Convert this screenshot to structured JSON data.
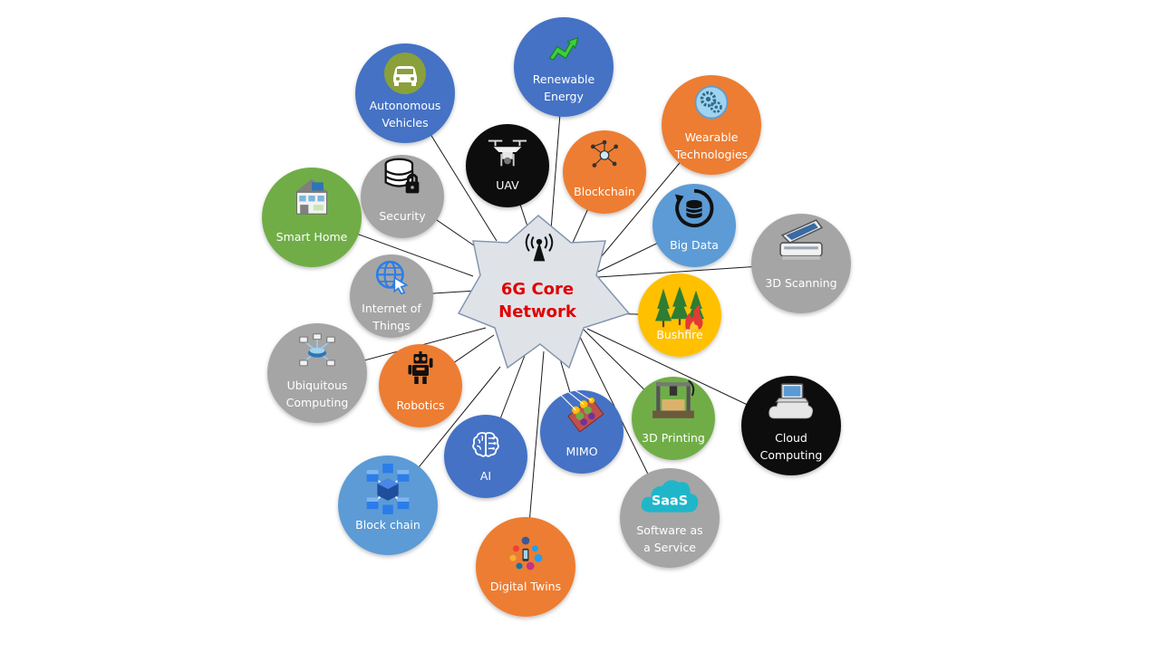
{
  "core": {
    "line1": "6G Core",
    "line2": "Network",
    "icon": "antenna-icon"
  },
  "colors": {
    "blue": "#4472c4",
    "orange": "#ed7d31",
    "gray": "#a5a5a5",
    "green": "#70ad47",
    "black": "#0d0d0d",
    "lightblue": "#5b9bd5",
    "yellow": "#ffc000",
    "core_fill": "#dfe3e8",
    "core_stroke": "#8496b0",
    "core_text": "#e00000",
    "link": "#1a1a1a"
  },
  "nodes": [
    {
      "id": "renewable-energy",
      "lines": [
        "Renewable",
        "Energy"
      ],
      "color": "blue",
      "icon": "arrow-icon"
    },
    {
      "id": "autonomous-vehicles",
      "lines": [
        "Autonomous",
        "Vehicles"
      ],
      "color": "blue",
      "icon": "car-icon"
    },
    {
      "id": "wearable-technologies",
      "lines": [
        "Wearable",
        "Technologies"
      ],
      "color": "orange",
      "icon": "gears-icon"
    },
    {
      "id": "uav",
      "lines": [
        "UAV"
      ],
      "color": "black",
      "icon": "drone-icon"
    },
    {
      "id": "blockchain",
      "lines": [
        "Blockchain"
      ],
      "color": "orange",
      "icon": "network-icon"
    },
    {
      "id": "security",
      "lines": [
        "Security"
      ],
      "color": "gray",
      "icon": "database-lock-icon"
    },
    {
      "id": "smart-home",
      "lines": [
        "Smart Home"
      ],
      "color": "green",
      "icon": "house-icon"
    },
    {
      "id": "big-data",
      "lines": [
        "Big Data"
      ],
      "color": "lightblue",
      "icon": "database-sync-icon"
    },
    {
      "id": "3d-scanning",
      "lines": [
        "3D Scanning"
      ],
      "color": "gray",
      "icon": "scanner-icon"
    },
    {
      "id": "internet-of-things",
      "lines": [
        "Internet of",
        "Things"
      ],
      "color": "gray",
      "icon": "globe-cursor-icon"
    },
    {
      "id": "bushfire",
      "lines": [
        "Bushfire"
      ],
      "color": "yellow",
      "icon": "forest-fire-icon"
    },
    {
      "id": "ubiquitous-computing",
      "lines": [
        "Ubiquitous",
        "Computing"
      ],
      "color": "gray",
      "icon": "connected-devices-icon"
    },
    {
      "id": "robotics",
      "lines": [
        "Robotics"
      ],
      "color": "orange",
      "icon": "robot-icon"
    },
    {
      "id": "mimo",
      "lines": [
        "MIMO"
      ],
      "color": "blue",
      "icon": "antenna-array-icon"
    },
    {
      "id": "3d-printing",
      "lines": [
        "3D Printing"
      ],
      "color": "green",
      "icon": "printer-3d-icon"
    },
    {
      "id": "cloud-computing",
      "lines": [
        "Cloud",
        "Computing"
      ],
      "color": "black",
      "icon": "cloud-laptop-icon"
    },
    {
      "id": "ai",
      "lines": [
        "AI"
      ],
      "color": "blue",
      "icon": "brain-icon"
    },
    {
      "id": "block-chain",
      "lines": [
        "Block chain"
      ],
      "color": "lightblue",
      "icon": "cubes-icon"
    },
    {
      "id": "digital-twins",
      "lines": [
        "Digital Twins"
      ],
      "color": "orange",
      "icon": "social-icons-icon"
    },
    {
      "id": "software-as-a-service",
      "lines": [
        "Software as",
        "a Service"
      ],
      "color": "gray",
      "icon": "saas-cloud-icon"
    }
  ]
}
